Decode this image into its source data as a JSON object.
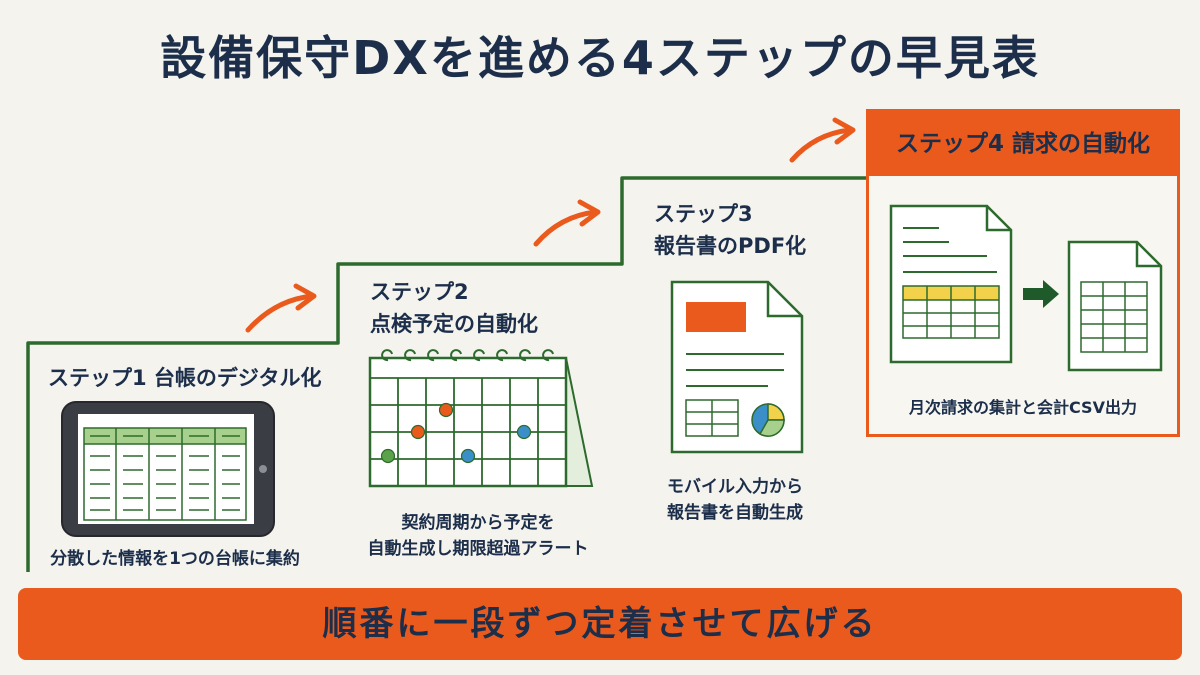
{
  "title": "設備保守DXを進める4ステップの早見表",
  "steps": [
    {
      "label": "ステップ1 台帳のデジタル化",
      "desc": "分散した情報を1つの台帳に集約",
      "icon": "tablet-spreadsheet-icon"
    },
    {
      "label_line1": "ステップ2",
      "label_line2": "点検予定の自動化",
      "desc_line1": "契約周期から予定を",
      "desc_line2": "自動生成し期限超過アラート",
      "icon": "calendar-icon"
    },
    {
      "label_line1": "ステップ3",
      "label_line2": "報告書のPDF化",
      "desc_line1": "モバイル入力から",
      "desc_line2": "報告書を自動生成",
      "icon": "report-document-icon"
    },
    {
      "label": "ステップ4 請求の自動化",
      "desc": "月次請求の集計と会計CSV出力",
      "icon": "invoice-to-csv-icon"
    }
  ],
  "footer": "順番に一段ずつ定着させて広げる",
  "colors": {
    "accent": "#ea5a1c",
    "stair_line": "#2d6a2d",
    "text": "#1c2e4a",
    "highlight": "#f2d24a"
  }
}
